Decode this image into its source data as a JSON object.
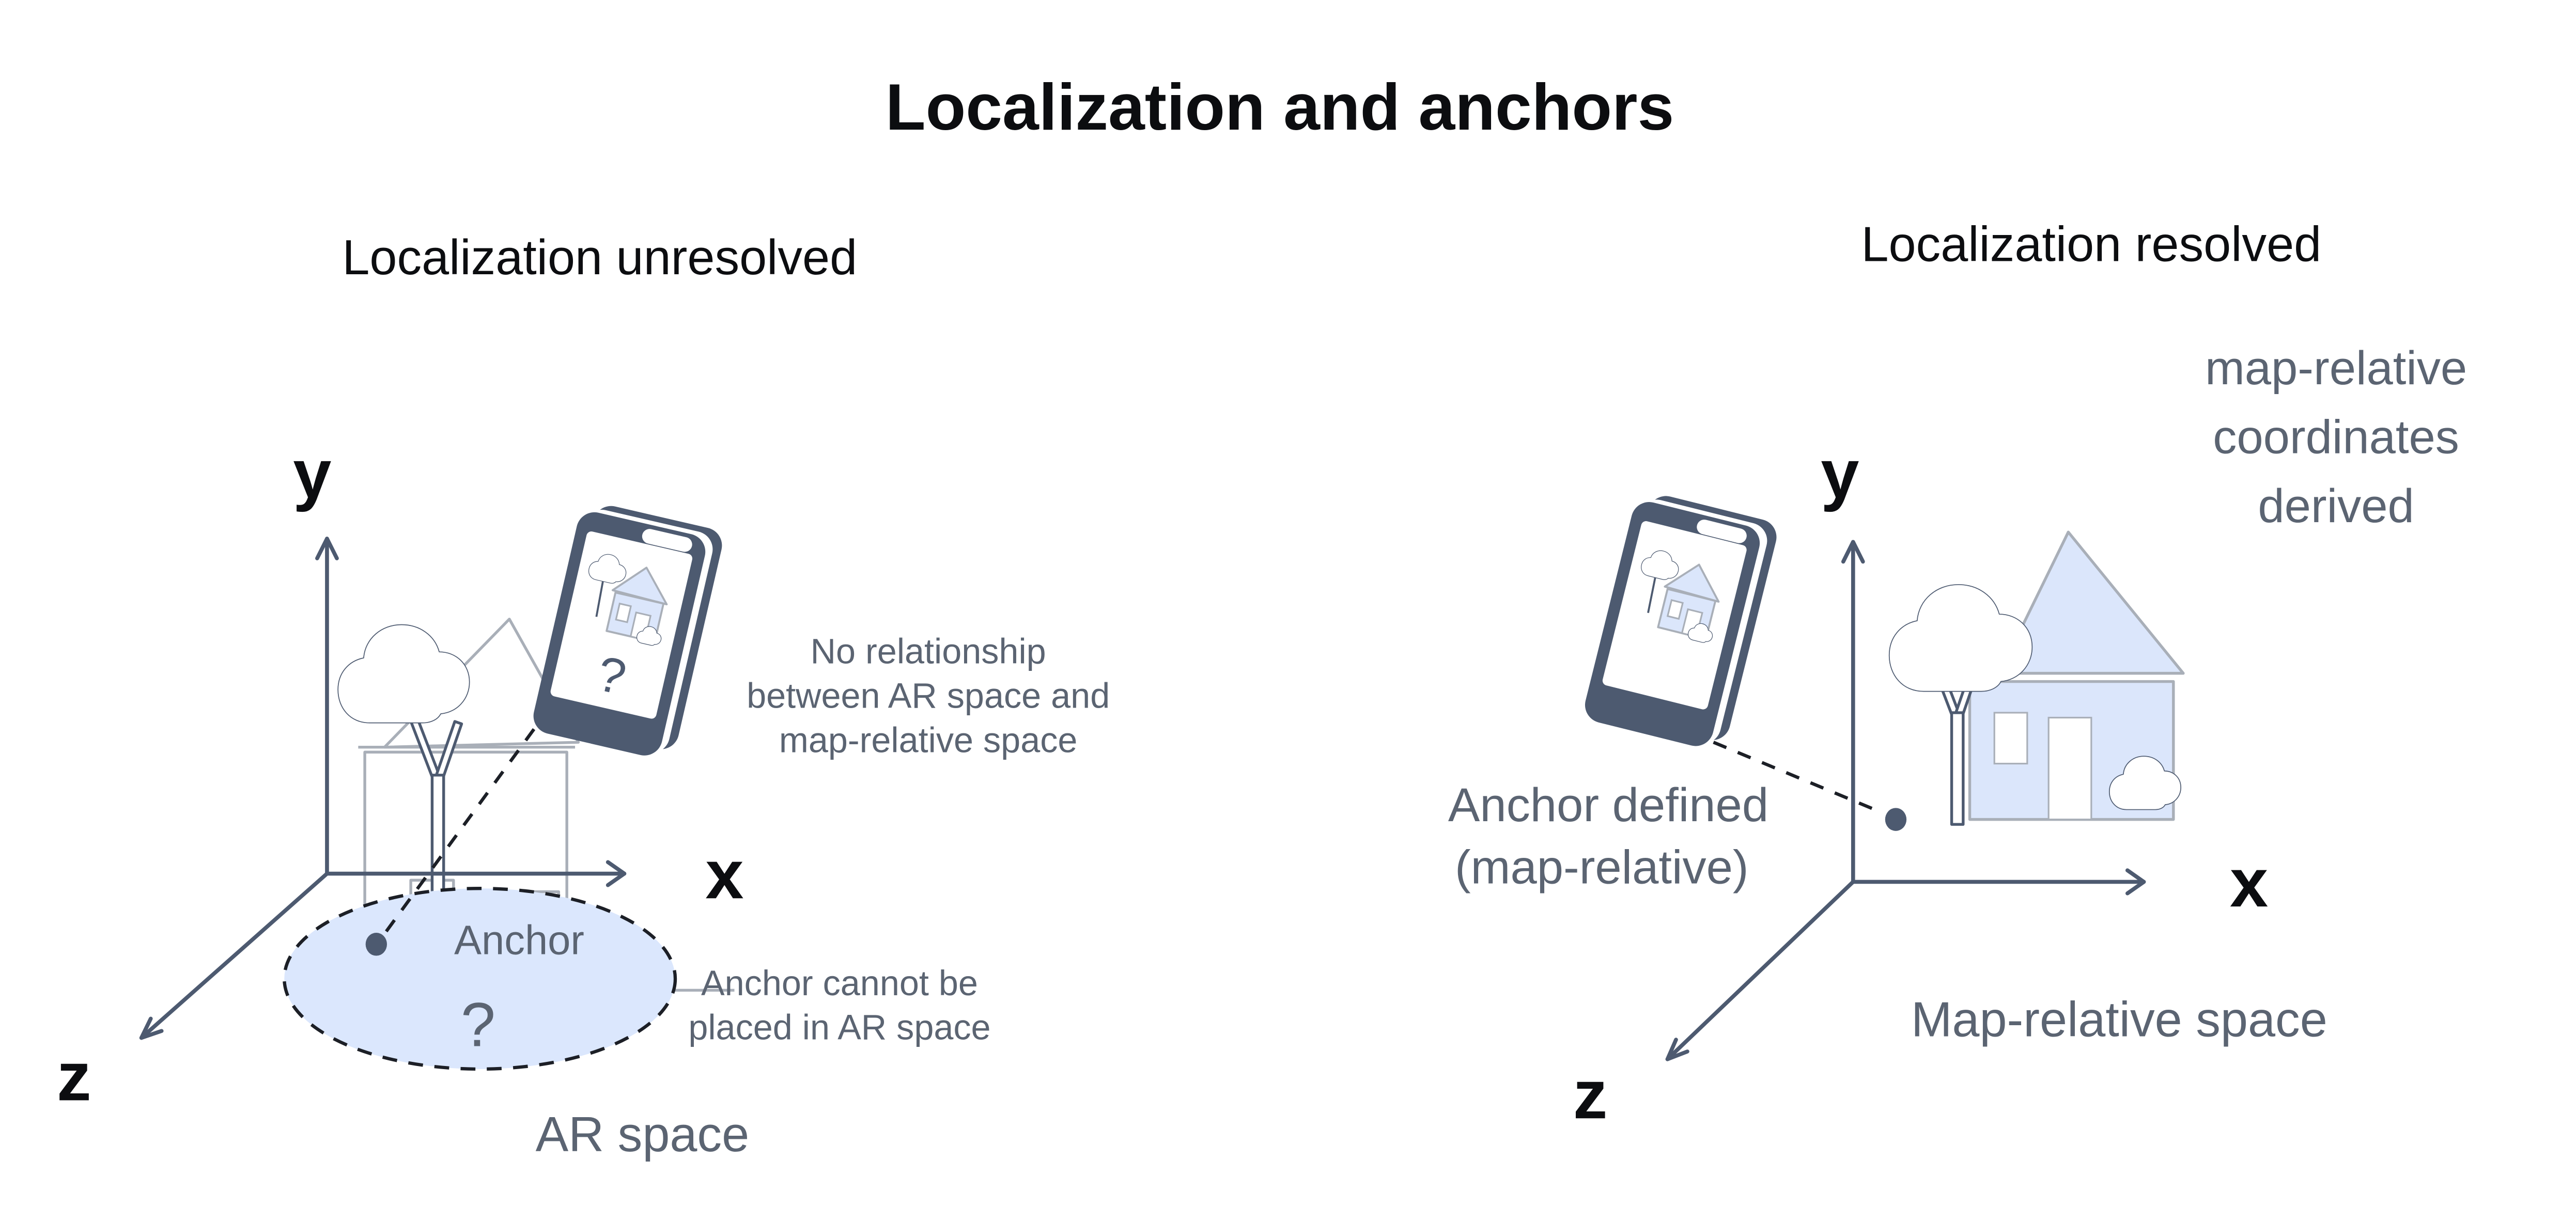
{
  "title": "Localization and anchors",
  "colors": {
    "slate": "#4d5a70",
    "gray_text": "#5b6472",
    "black": "#0c0d10",
    "outline_gray": "#a9afb8",
    "blue_fill": "#dbe6fb",
    "ellipse_fill": "#dbe7fd",
    "dash": "#1c1f26"
  },
  "left_panel": {
    "heading": "Localization unresolved",
    "axis_labels": {
      "x": "x",
      "y": "y",
      "z": "z"
    },
    "phone_screen": {
      "question_mark": "?"
    },
    "no_relationship_note": {
      "line1": "No relationship",
      "line2": "between AR space and",
      "line3": "map-relative space"
    },
    "anchor_zone": {
      "label": "Anchor",
      "question_mark": "?"
    },
    "anchor_note": {
      "line1": "Anchor cannot be",
      "line2": "placed in AR space"
    },
    "space_label": "AR space"
  },
  "right_panel": {
    "heading": "Localization resolved",
    "axis_labels": {
      "x": "x",
      "y": "y",
      "z": "z"
    },
    "derived_note": {
      "line1": "map-relative",
      "line2": "coordinates",
      "line3": "derived"
    },
    "anchor_defined_note": {
      "line1": "Anchor defined",
      "line2": "(map-relative)"
    },
    "space_label": "Map-relative space"
  }
}
